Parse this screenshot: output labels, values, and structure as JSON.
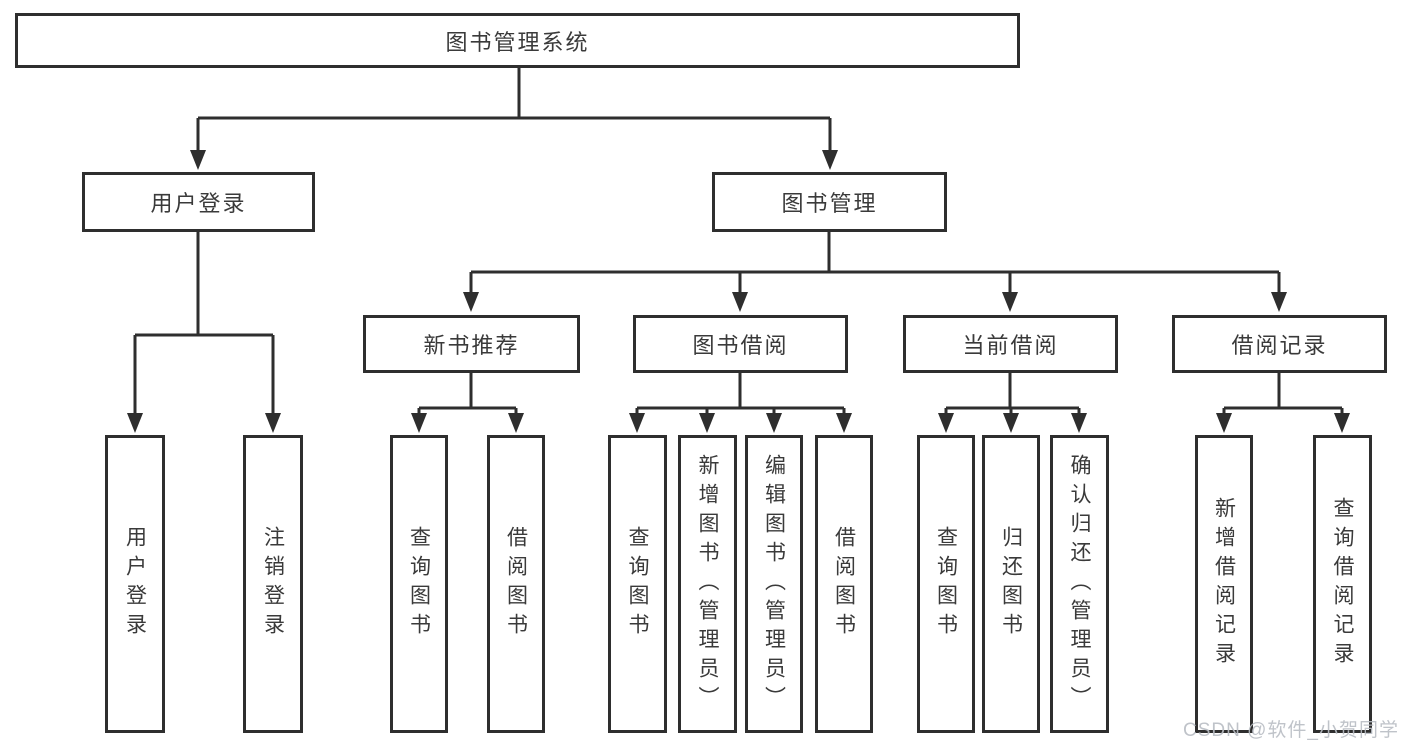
{
  "diagram": {
    "title": "图书管理系统",
    "level2": [
      {
        "label": "用户登录"
      },
      {
        "label": "图书管理"
      }
    ],
    "level3": [
      {
        "label": "新书推荐"
      },
      {
        "label": "图书借阅"
      },
      {
        "label": "当前借阅"
      },
      {
        "label": "借阅记录"
      }
    ],
    "leaves": {
      "login": [
        {
          "label": "用户登录"
        },
        {
          "label": "注销登录"
        }
      ],
      "recommend": [
        {
          "label": "查询图书"
        },
        {
          "label": "借阅图书"
        }
      ],
      "borrow": [
        {
          "label": "查询图书"
        },
        {
          "label": "新增图书（管理员）"
        },
        {
          "label": "编辑图书（管理员）"
        },
        {
          "label": "借阅图书"
        }
      ],
      "current": [
        {
          "label": "查询图书"
        },
        {
          "label": "归还图书"
        },
        {
          "label": "确认归还（管理员）"
        }
      ],
      "records": [
        {
          "label": "新增借阅记录"
        },
        {
          "label": "查询借阅记录"
        }
      ]
    },
    "watermark": "CSDN @软件_小贺同学",
    "colors": {
      "line": "#2e2e2e",
      "text": "#3a3a3a",
      "box_background": "#ffffff",
      "watermark": "#b9bdc4"
    }
  }
}
